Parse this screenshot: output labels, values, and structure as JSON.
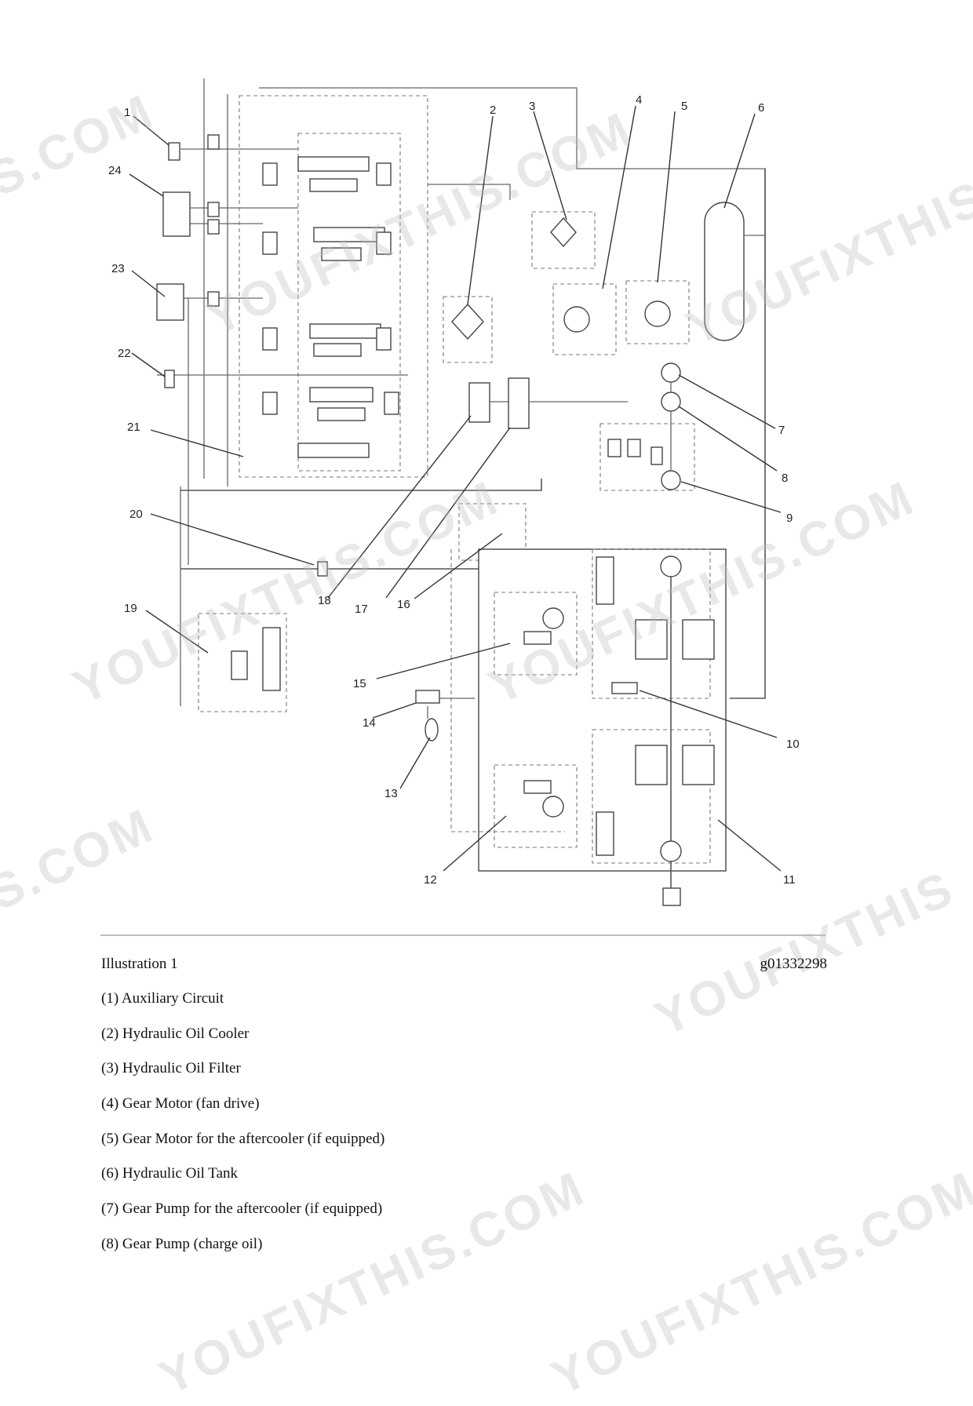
{
  "figure": {
    "callouts": [
      "1",
      "2",
      "3",
      "4",
      "5",
      "6",
      "7",
      "8",
      "9",
      "10",
      "11",
      "12",
      "13",
      "14",
      "15",
      "16",
      "17",
      "18",
      "19",
      "20",
      "21",
      "22",
      "23",
      "24"
    ]
  },
  "watermarks": [
    "S.COM",
    "YOUFIXTHIS.COM",
    "YOUFIXTHIS",
    "YOUFIXTHIS.COM",
    "YOUFIXTHIS.COM",
    "S.COM",
    "YOUFIXTHIS",
    "YOUFIXTHIS.COM",
    "YOUFIXTHIS.COM"
  ],
  "caption": {
    "title": "Illustration 1",
    "id": "g01332298"
  },
  "legend": [
    "(1) Auxiliary Circuit",
    "(2) Hydraulic Oil Cooler",
    "(3) Hydraulic Oil Filter",
    "(4) Gear Motor (fan drive)",
    "(5) Gear Motor for the aftercooler (if equipped)",
    "(6) Hydraulic Oil Tank",
    "(7) Gear Pump for the aftercooler (if equipped)",
    "(8) Gear Pump (charge oil)"
  ]
}
